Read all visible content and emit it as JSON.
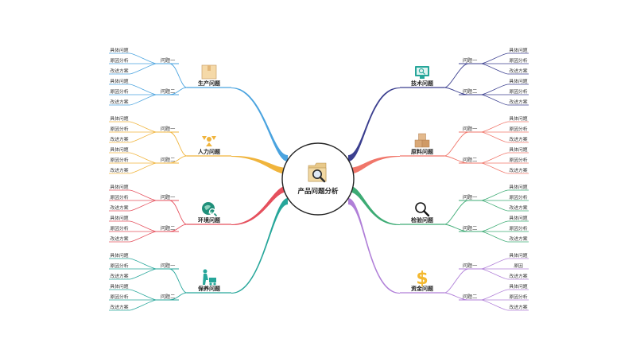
{
  "center": {
    "title": "产品问题分析",
    "icon": "folder-search-icon",
    "color": "#c8a96e"
  },
  "branches": [
    {
      "id": "production",
      "title": "生产问题",
      "side": "left",
      "color": "#4aa3df",
      "icon": "box-icon",
      "subs": [
        {
          "label": "问题一",
          "leaves": [
            "具体问题",
            "原因分析",
            "改进方案"
          ]
        },
        {
          "label": "问题二",
          "leaves": [
            "具体问题",
            "原因分析",
            "改进方案"
          ]
        }
      ]
    },
    {
      "id": "manpower",
      "title": "人力问题",
      "side": "left",
      "color": "#f0b43c",
      "icon": "people-recycle-icon",
      "subs": [
        {
          "label": "问题一",
          "leaves": [
            "具体问题",
            "原因分析",
            "改进方案"
          ]
        },
        {
          "label": "问题二",
          "leaves": [
            "具体问题",
            "原因分析",
            "改进方案"
          ]
        }
      ]
    },
    {
      "id": "environment",
      "title": "环境问题",
      "side": "left",
      "color": "#e5505d",
      "icon": "globe-search-icon",
      "subs": [
        {
          "label": "问题一",
          "leaves": [
            "具体问题",
            "原因分析",
            "改进方案"
          ]
        },
        {
          "label": "问题二",
          "leaves": [
            "具体问题",
            "原因分析",
            "改进方案"
          ]
        }
      ]
    },
    {
      "id": "maintenance",
      "title": "保养问题",
      "side": "left",
      "color": "#26a69a",
      "icon": "worker-cart-icon",
      "subs": [
        {
          "label": "问题一",
          "leaves": [
            "具体问题",
            "原因分析",
            "改进方案"
          ]
        },
        {
          "label": "问题二",
          "leaves": [
            "具体问题",
            "原因分析",
            "改进方案"
          ]
        }
      ]
    },
    {
      "id": "technology",
      "title": "技术问题",
      "side": "right",
      "color": "#3b3f8f",
      "icon": "monitor-search-icon",
      "subs": [
        {
          "label": "问题一",
          "leaves": [
            "具体问题",
            "原因分析",
            "改进方案"
          ]
        },
        {
          "label": "问题二",
          "leaves": [
            "具体问题",
            "原因分析",
            "改进方案"
          ]
        }
      ]
    },
    {
      "id": "material",
      "title": "原料问题",
      "side": "right",
      "color": "#f0766a",
      "icon": "boxes-icon",
      "subs": [
        {
          "label": "问题一",
          "leaves": [
            "具体问题",
            "原因分析",
            "改进方案"
          ]
        },
        {
          "label": "问题二",
          "leaves": [
            "具体问题",
            "原因分析",
            "改进方案"
          ]
        }
      ]
    },
    {
      "id": "inspection",
      "title": "检验问题",
      "side": "right",
      "color": "#3dab74",
      "icon": "magnifier-icon",
      "subs": [
        {
          "label": "问题一",
          "leaves": [
            "具体问题",
            "原因分析",
            "改进方案"
          ]
        },
        {
          "label": "问题二",
          "leaves": [
            "具体问题",
            "原因分析",
            "改进方案"
          ]
        }
      ]
    },
    {
      "id": "funding",
      "title": "资金问题",
      "side": "right",
      "color": "#b07fd8",
      "icon": "dollar-icon",
      "subs": [
        {
          "label": "问题一",
          "leaves": [
            "具体问题",
            "原因",
            "改进方案"
          ]
        },
        {
          "label": "问题二",
          "leaves": [
            "具体问题",
            "原因分析",
            "改进方案"
          ]
        }
      ]
    }
  ]
}
